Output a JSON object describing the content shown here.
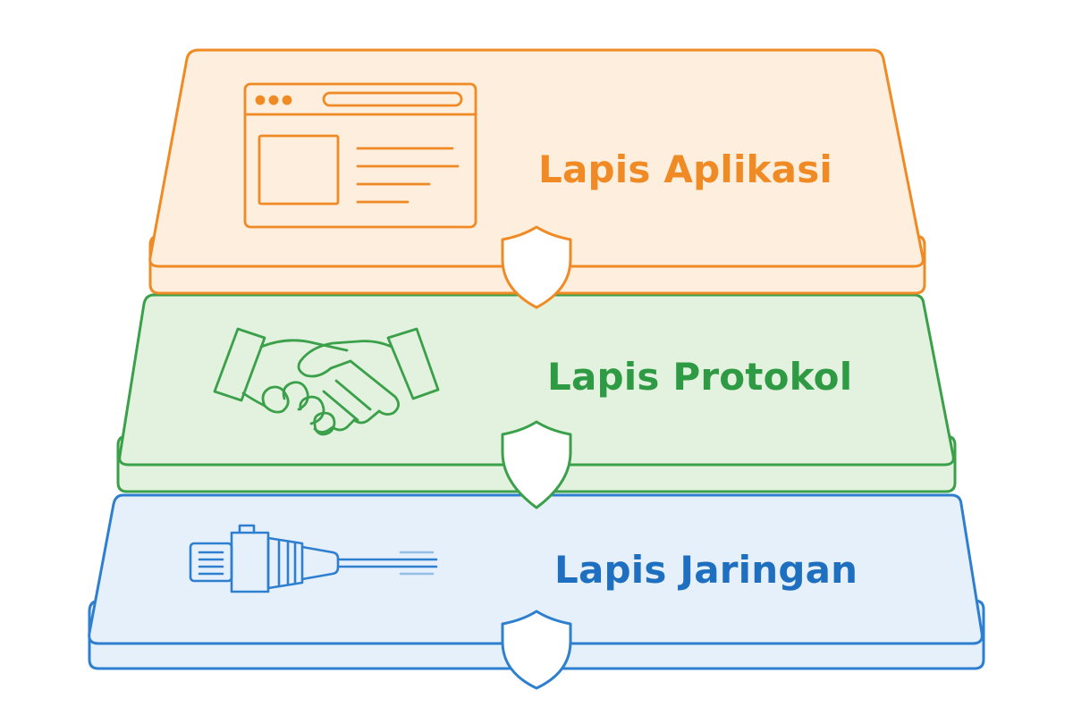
{
  "layers": [
    {
      "id": "application",
      "label": "Lapis Aplikasi",
      "icon": "browser-window-icon",
      "stroke": "#f08a24",
      "fill": "#fdeedd",
      "text": "#f08a24"
    },
    {
      "id": "protocol",
      "label": "Lapis Protokol",
      "icon": "handshake-icon",
      "stroke": "#3aa04a",
      "fill": "#e3f2df",
      "text": "#2f9a44"
    },
    {
      "id": "network",
      "label": "Lapis Jaringan",
      "icon": "ethernet-cable-icon",
      "stroke": "#2e7fd0",
      "fill": "#e6f0fa",
      "text": "#1f6fc0"
    }
  ],
  "connector_icon": "shield-icon"
}
